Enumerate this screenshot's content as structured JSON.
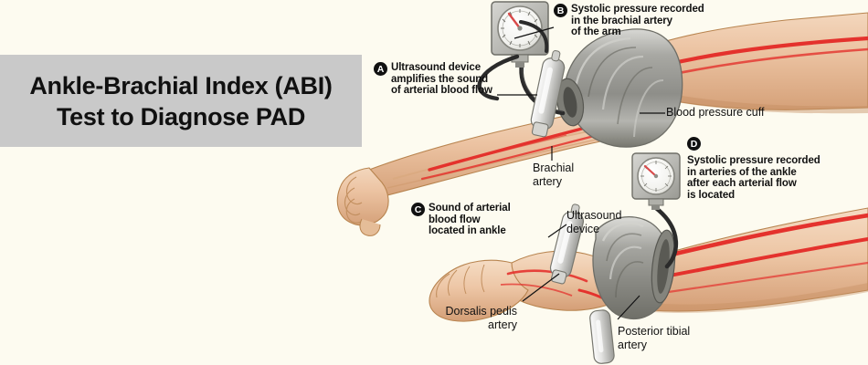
{
  "meta": {
    "background_color": "#fdfbf0",
    "title_plate_color": "#c9c9c9",
    "artery_color": "#e4322d",
    "cuff_color": "#9a9a96",
    "skin_color": "#e8c2a0"
  },
  "title": {
    "line1": "Ankle-Brachial Index (ABI)",
    "line2": "Test to Diagnose PAD"
  },
  "callouts": [
    {
      "key": "a",
      "badge": "A",
      "lines": [
        "Ultrasound device",
        "amplifies the sound",
        "of arterial blood flow"
      ]
    },
    {
      "key": "b",
      "badge": "B",
      "lines": [
        "Systolic pressure recorded",
        "in the brachial artery",
        "of the arm"
      ]
    },
    {
      "key": "c",
      "badge": "C",
      "lines": [
        "Sound of arterial",
        "blood flow",
        "located in ankle"
      ]
    },
    {
      "key": "d",
      "badge": "D",
      "lines": [
        "Systolic pressure recorded",
        "in arteries of the ankle",
        "after each arterial flow",
        "is located"
      ]
    }
  ],
  "labels": {
    "blood_pressure_cuff": [
      "Blood pressure cuff"
    ],
    "brachial_artery": [
      "Brachial",
      "artery"
    ],
    "ultrasound_device": [
      "Ultrasound",
      "device"
    ],
    "dorsalis_pedis_artery": [
      "Dorsalis pedis",
      "artery"
    ],
    "posterior_tibial_artery": [
      "Posterior tibial",
      "artery"
    ]
  },
  "icons": {
    "gauge_upper": "pressure-gauge-icon",
    "gauge_lower": "pressure-gauge-icon",
    "probe_arm": "ultrasound-probe-icon",
    "probe_ankle": "ultrasound-probe-icon"
  }
}
